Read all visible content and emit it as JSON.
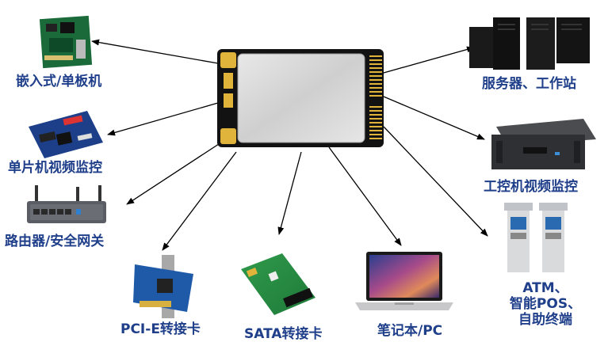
{
  "labels": {
    "embedded": "嵌入式/单板机",
    "scm_video": "单片机视频监控",
    "router": "路由器/安全网关",
    "pcie": "PCI-E转接卡",
    "sata": "SATA转接卡",
    "laptop": "笔记本/PC",
    "atm_line1": "ATM、",
    "atm_line2": "智能POS、",
    "atm_line3": "自助终端",
    "industrial": "工控机视频监控",
    "server": "服务器、工作站"
  },
  "colors": {
    "label_text": "#1f3f8a",
    "arrow": "#000000",
    "card_body": "#111111",
    "card_shield": "#d7d7d7",
    "gold": "#e0b43a"
  },
  "icons": [
    "msata-card",
    "embedded-board",
    "mcu-board",
    "router",
    "pcie-adapter",
    "sata-adapter",
    "laptop",
    "atm-kiosk",
    "industrial-pc",
    "server-tower"
  ]
}
